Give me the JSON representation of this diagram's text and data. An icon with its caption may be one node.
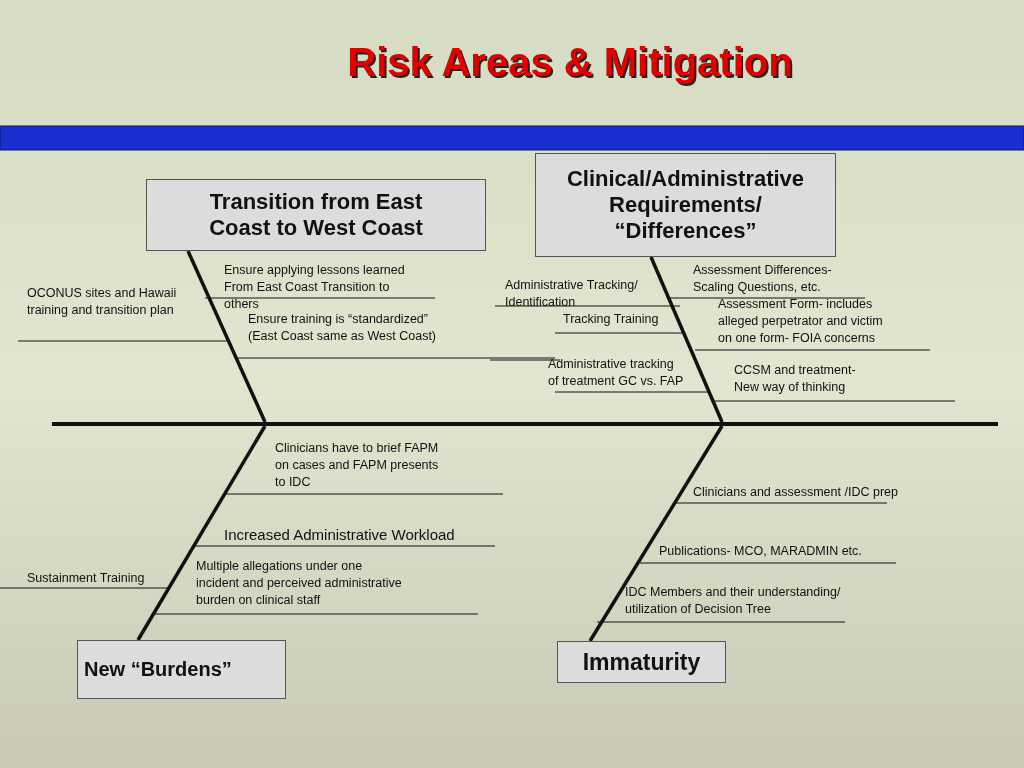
{
  "diagram": {
    "title": "Risk Areas & Mitigation",
    "nodes": [
      {
        "text": [
          "Transition from East Coast to West Coast"
        ]
      },
      {
        "text": [
          "Clinical/Administrative Requirements/ “Differences”"
        ]
      },
      {
        "text": [
          "New “Burdens”"
        ]
      },
      {
        "text": [
          "Immaturity"
        ]
      },
      {
        "text": [],
        "shape": "bar"
      }
    ],
    "edges": [
      {
        "from": 0,
        "to": 4,
        "arrow": "none"
      },
      {
        "from": 1,
        "to": 4,
        "arrow": "none"
      },
      {
        "from": 2,
        "to": 4,
        "arrow": "none"
      },
      {
        "from": 3,
        "to": 4,
        "arrow": "none"
      }
    ],
    "labels": [
      "OCONUS sites and Hawaii training and transition plan",
      "Ensure applying lessons learned From East Coast Transition to others",
      "Ensure training is “standardized” (East Coast same as West Coast)",
      "Administrative Tracking/ Identification",
      "Assessment Differences- Scaling Questions, etc.",
      "Tracking Training",
      "Assessment Form- includes alleged perpetrator and victim on one form- FOIA concerns",
      "Administrative tracking of treatment GC vs. FAP",
      "CCSM and treatment- New way of thinking",
      "Clinicians have to brief FAPM on cases and FAPM presents to IDC",
      "Increased Administrative Workload",
      "Sustainment Training",
      "Multiple allegations under one incident and perceived administrative burden on clinical staff",
      "Clinicians and assessment /IDC prep",
      "Publications- MCO, MARADMIN etc.",
      "IDC Members and their understanding/ utilization of Decision Tree"
    ]
  }
}
